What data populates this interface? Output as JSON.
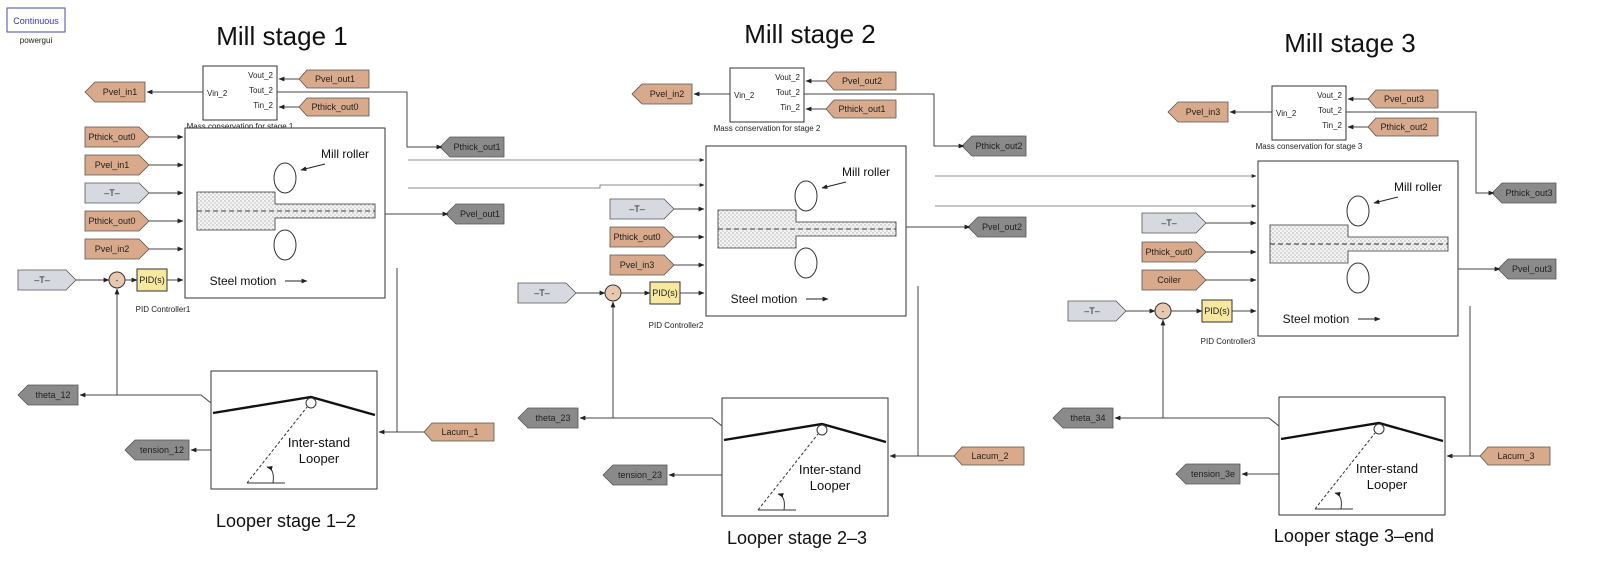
{
  "powergui": {
    "mode": "Continuous",
    "label": "powergui"
  },
  "colors": {
    "from_tag": "#d8a98a",
    "goto_tag": "#8a8a8a",
    "const_block": "#d6d9df",
    "pid_block": "#f7e8a0",
    "sum_block": "#e8c9b0"
  },
  "stages": [
    {
      "title": "Mill stage 1",
      "mass_block": {
        "caption": "Mass conservation for stage 1",
        "in_port": "Vin_2",
        "out_ports": [
          "Vout_2",
          "Tout_2",
          "Tin_2"
        ]
      },
      "mass_inputs": [
        "Pvel_out1",
        "Pthick_out0"
      ],
      "vel_in_tag": "Pvel_in1",
      "thick_out_tag": "Pthick_out1",
      "mill_inputs": [
        "Pthick_out0",
        "Pvel_in1",
        "–T–",
        "Pthick_out0",
        "Pvel_in2"
      ],
      "mill_roller_label": "Mill roller",
      "steel_motion_label": "Steel motion",
      "vel_out_tag": "Pvel_out1",
      "const_label": "–T–",
      "pid_label": "PID(s)",
      "pid_caption": "PID Controller1",
      "theta_tag": "theta_12",
      "tension_tag": "tension_12",
      "lacc_tag": "Lacum_1",
      "looper_label_1": "Inter-stand",
      "looper_label_2": "Looper",
      "looper_title": "Looper stage 1–2"
    },
    {
      "title": "Mill stage 2",
      "mass_block": {
        "caption": "Mass conservation for stage 2",
        "in_port": "Vin_2",
        "out_ports": [
          "Vout_2",
          "Tout_2",
          "Tin_2"
        ]
      },
      "mass_inputs": [
        "Pvel_out2",
        "Pthick_out1"
      ],
      "vel_in_tag": "Pvel_in2",
      "thick_out_tag": "Pthick_out2",
      "mill_inputs": [
        "–T–",
        "Pthick_out0",
        "Pvel_in3"
      ],
      "mill_roller_label": "Mill roller",
      "steel_motion_label": "Steel motion",
      "vel_out_tag": "Pvel_out2",
      "const_label": "–T–",
      "pid_label": "PID(s)",
      "pid_caption": "PID Controller2",
      "theta_tag": "theta_23",
      "tension_tag": "tension_23",
      "lacc_tag": "Lacum_2",
      "looper_label_1": "Inter-stand",
      "looper_label_2": "Looper",
      "looper_title": "Looper stage 2–3"
    },
    {
      "title": "Mill stage 3",
      "mass_block": {
        "caption": "Mass conservation for stage 3",
        "in_port": "Vin_2",
        "out_ports": [
          "Vout_2",
          "Tout_2",
          "Tin_2"
        ]
      },
      "mass_inputs": [
        "Pvel_out3",
        "Pthick_out2"
      ],
      "vel_in_tag": "Pvel_in3",
      "thick_out_tag": "Pthick_out3",
      "mill_inputs": [
        "–T–",
        "Pthick_out0",
        "Coiler"
      ],
      "mill_roller_label": "Mill roller",
      "steel_motion_label": "Steel motion",
      "vel_out_tag": "Pvel_out3",
      "const_label": "–T–",
      "pid_label": "PID(s)",
      "pid_caption": "PID Controller3",
      "theta_tag": "theta_34",
      "tension_tag": "tension_3e",
      "lacc_tag": "Lacum_3",
      "looper_label_1": "Inter-stand",
      "looper_label_2": "Looper",
      "looper_title": "Looper stage 3–end"
    }
  ]
}
